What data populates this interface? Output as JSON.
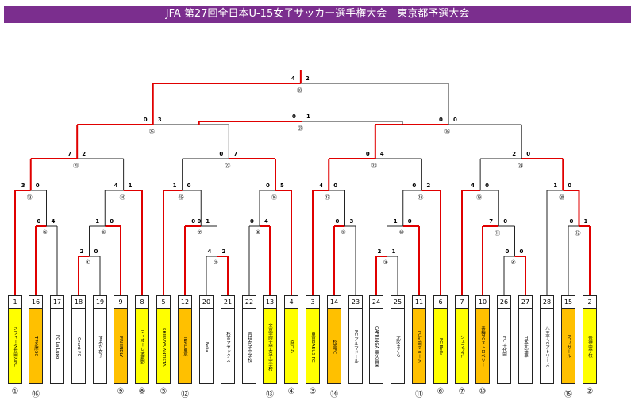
{
  "header": {
    "title": "JFA 第27回全日本U-15女子サッカー選手権大会　東京都予選大会"
  },
  "teams": [
    {
      "num": "1",
      "name": "スフィーダ世田谷FC",
      "seed": "①",
      "bg": "y"
    },
    {
      "num": "16",
      "name": "T7多摩SC",
      "seed": "⑯",
      "bg": "o"
    },
    {
      "num": "17",
      "name": "FC La Lupo",
      "seed": "",
      "bg": ""
    },
    {
      "num": "18",
      "name": "Grant FC",
      "seed": "",
      "bg": ""
    },
    {
      "num": "19",
      "name": "すみだ女子",
      "seed": "",
      "bg": ""
    },
    {
      "num": "9",
      "name": "FRIENDLY",
      "seed": "⑨",
      "bg": "o"
    },
    {
      "num": "8",
      "name": "フィオーレ武蔵野",
      "seed": "⑧",
      "bg": "y"
    },
    {
      "num": "5",
      "name": "SHIBUYA ANTISTA",
      "seed": "⑤",
      "bg": "y"
    },
    {
      "num": "12",
      "name": "INAC東京",
      "seed": "⑫",
      "bg": "o"
    },
    {
      "num": "20",
      "name": "Felia",
      "seed": "",
      "bg": ""
    },
    {
      "num": "21",
      "name": "杉並アヤックス",
      "seed": "",
      "bg": ""
    },
    {
      "num": "22",
      "name": "吉祥女子中学校",
      "seed": "",
      "bg": ""
    },
    {
      "num": "13",
      "name": "文京学院大学女子中学校",
      "seed": "⑬",
      "bg": "y"
    },
    {
      "num": "4",
      "name": "府ロク",
      "seed": "④",
      "bg": "y"
    },
    {
      "num": "3",
      "name": "東京BARUS FC",
      "seed": "③",
      "bg": "y"
    },
    {
      "num": "14",
      "name": "杉並FC",
      "seed": "⑭",
      "bg": "o"
    },
    {
      "num": "23",
      "name": "FC アルマドール",
      "seed": "",
      "bg": ""
    },
    {
      "num": "24",
      "name": "CAFRINGA 東久留米",
      "seed": "",
      "bg": ""
    },
    {
      "num": "25",
      "name": "北区さくら",
      "seed": "",
      "bg": ""
    },
    {
      "num": "11",
      "name": "FC町田ボニータ",
      "seed": "⑪",
      "bg": "o"
    },
    {
      "num": "6",
      "name": "FC Bella",
      "seed": "⑥",
      "bg": "y"
    },
    {
      "num": "7",
      "name": "ジェファFC",
      "seed": "⑦",
      "bg": "y"
    },
    {
      "num": "10",
      "name": "青梅FCストロベリー",
      "seed": "⑩",
      "bg": "o"
    },
    {
      "num": "26",
      "name": "FC 千代田",
      "seed": "",
      "bg": ""
    },
    {
      "num": "27",
      "name": "日本大桜華",
      "seed": "",
      "bg": ""
    },
    {
      "num": "28",
      "name": "八王子FCアトリース",
      "seed": "",
      "bg": ""
    },
    {
      "num": "15",
      "name": "FCリガール",
      "seed": "⑮",
      "bg": "o"
    },
    {
      "num": "2",
      "name": "修徳中学校",
      "seed": "②",
      "bg": "y"
    }
  ],
  "matches": [
    {
      "label": "①",
      "s1": "2",
      "s2": "0"
    },
    {
      "label": "②",
      "s1": "4",
      "s2": "2"
    },
    {
      "label": "③",
      "s1": "2",
      "s2": "1"
    },
    {
      "label": "④",
      "s1": "0",
      "s2": "0"
    },
    {
      "label": "⑤",
      "s1": "0",
      "s2": "4"
    },
    {
      "label": "⑥",
      "s1": "1",
      "s2": "0"
    },
    {
      "label": "⑦",
      "s1": "0 0",
      "s2": "1"
    },
    {
      "label": "⑧",
      "s1": "0",
      "s2": "4"
    },
    {
      "label": "⑨",
      "s1": "0",
      "s2": "3"
    },
    {
      "label": "⑩",
      "s1": "1",
      "s2": "0"
    },
    {
      "label": "⑪",
      "s1": "7",
      "s2": "0"
    },
    {
      "label": "⑫",
      "s1": "0",
      "s2": "1"
    },
    {
      "label": "⑬",
      "s1": "3",
      "s2": "0"
    },
    {
      "label": "⑭",
      "s1": "4",
      "s2": "1"
    },
    {
      "label": "⑮",
      "s1": "1",
      "s2": "0"
    },
    {
      "label": "⑯",
      "s1": "0",
      "s2": "5"
    },
    {
      "label": "⑰",
      "s1": "4",
      "s2": "0"
    },
    {
      "label": "⑱",
      "s1": "0",
      "s2": "2"
    },
    {
      "label": "⑲",
      "s1": "4",
      "s2": "0"
    },
    {
      "label": "⑳",
      "s1": "1",
      "s2": "0"
    },
    {
      "label": "㉑",
      "s1": "7",
      "s2": "2"
    },
    {
      "label": "㉒",
      "s1": "0",
      "s2": "7"
    },
    {
      "label": "㉓",
      "s1": "0",
      "s2": "4"
    },
    {
      "label": "㉔",
      "s1": "2",
      "s2": "0"
    },
    {
      "label": "㉕",
      "s1": "0",
      "s2": "3"
    },
    {
      "label": "㉖",
      "s1": "0",
      "s2": "0"
    },
    {
      "label": "㉗",
      "s1": "0",
      "s2": "1"
    },
    {
      "label": "㉘",
      "s1": "4",
      "s2": "2"
    }
  ]
}
